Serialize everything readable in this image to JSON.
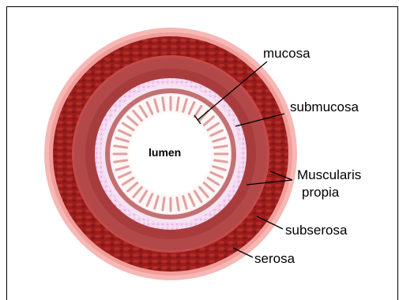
{
  "diagram": {
    "labels": {
      "mucosa": "mucosa",
      "submucosa": "submucosa",
      "muscularis_line1": "Muscularis",
      "muscularis_line2": "propia",
      "subserosa": "subserosa",
      "serosa": "serosa",
      "lumen": "lumen"
    },
    "colors": {
      "serosa": "#f4b3b0",
      "muscle_outer": "#9e1b1b",
      "muscle_inner": "#b14545",
      "subserosa_band": "#c44c4c",
      "submucosa": "#f3d4ee",
      "mucosa_ring": "#c97777",
      "villi": "#e3a3a3",
      "lumen": "#ffffff"
    }
  }
}
